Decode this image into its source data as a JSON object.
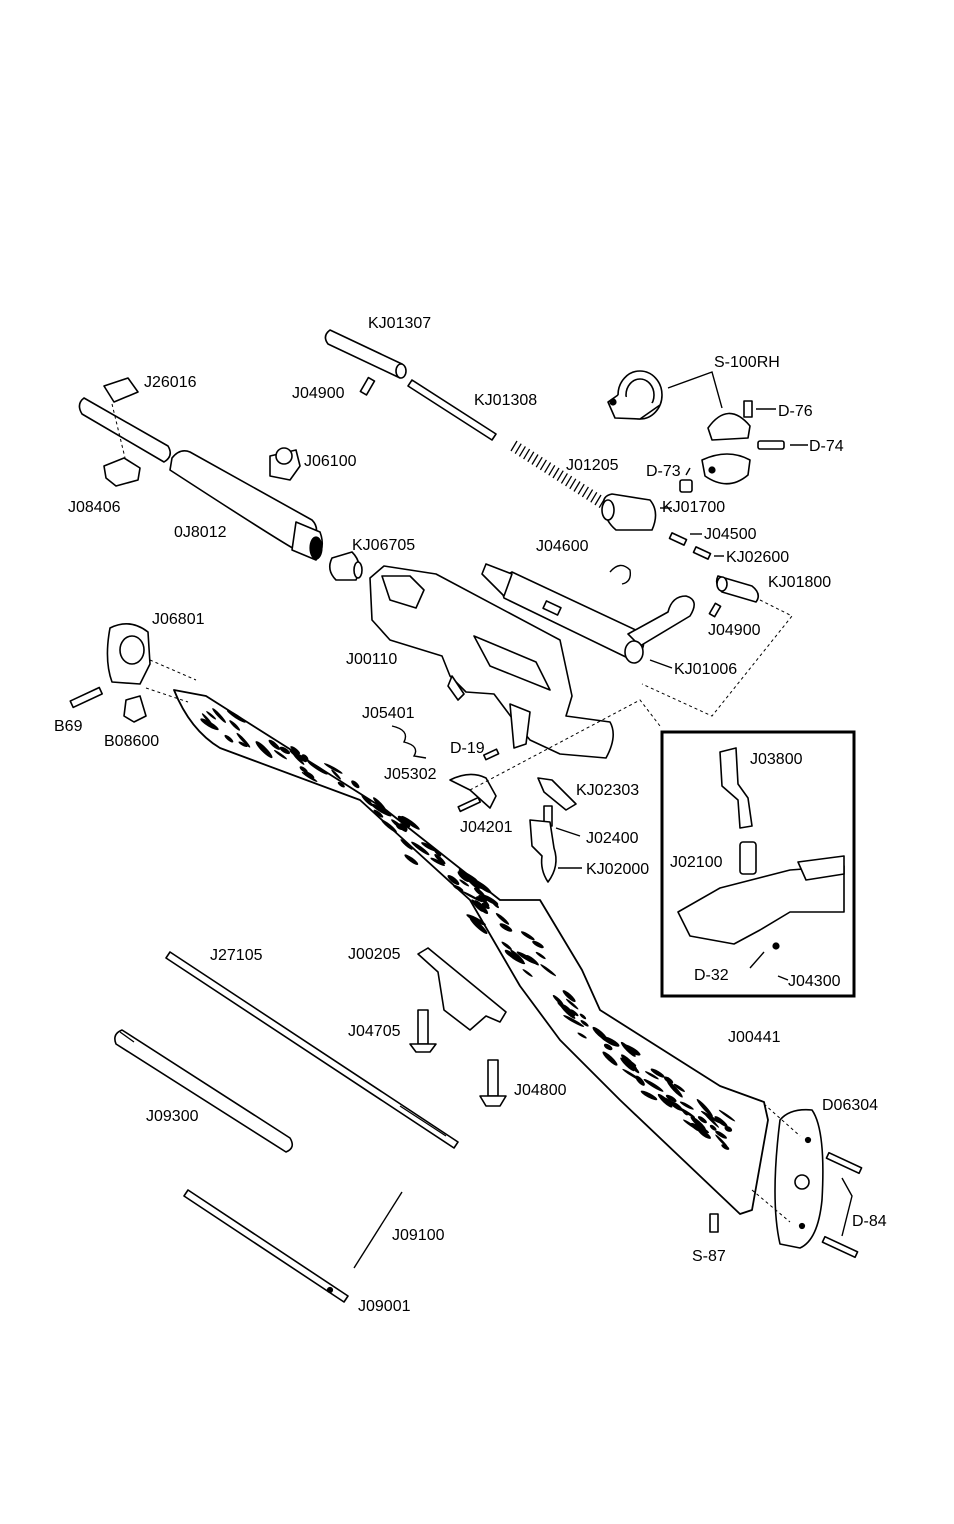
{
  "labels": {
    "KJ01307": "KJ01307",
    "J04900_a": "J04900",
    "J26016": "J26016",
    "KJ01308": "KJ01308",
    "S100RH": "S-100RH",
    "D76": "D-76",
    "D74": "D-74",
    "J06100": "J06100",
    "J01205": "J01205",
    "D73": "D-73",
    "J08406": "J08406",
    "KJ01700": "KJ01700",
    "OJ8012": "0J8012",
    "J04500": "J04500",
    "J04600": "J04600",
    "KJ06705": "KJ06705",
    "KJ02600": "KJ02600",
    "KJ01800": "KJ01800",
    "J06801": "J06801",
    "J04900_b": "J04900",
    "J00110": "J00110",
    "KJ01006": "KJ01006",
    "B69": "B69",
    "B08600": "B08600",
    "J05401": "J05401",
    "D19": "D-19",
    "J03800": "J03800",
    "J05302": "J05302",
    "KJ02303": "KJ02303",
    "J04201": "J04201",
    "J02400": "J02400",
    "J02100": "J02100",
    "KJ02000": "KJ02000",
    "J27105": "J27105",
    "J00205": "J00205",
    "D32": "D-32",
    "J04300": "J04300",
    "J04705": "J04705",
    "J00441": "J00441",
    "J04800": "J04800",
    "D06304": "D06304",
    "J09300": "J09300",
    "D84": "D-84",
    "J09100": "J09100",
    "S87": "S-87",
    "J09001": "J09001"
  }
}
